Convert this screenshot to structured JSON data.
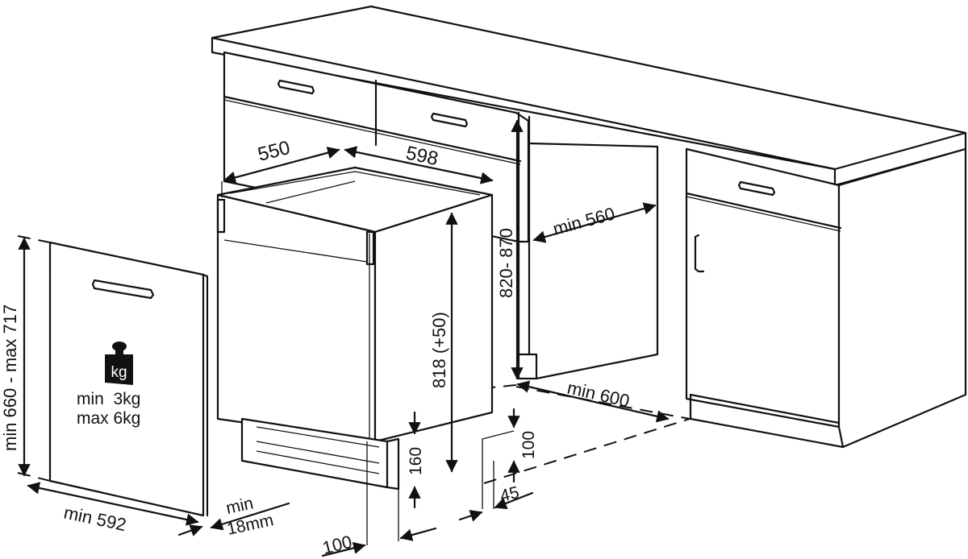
{
  "diagram": {
    "type": "installation-dimensions",
    "subject": "built-in dishwasher in kitchen cabinet niche",
    "units": "mm",
    "stroke_color": "#111111",
    "background": "#ffffff"
  },
  "labels": {
    "depth": "550",
    "width": "598",
    "niche_height": "820- 870",
    "appliance_height": "818 (+50)",
    "niche_width": "min 560",
    "niche_depth": "min 600",
    "panel_height": "min 660 - max 717",
    "panel_width": "min 592",
    "panel_thickness_line1": "min",
    "panel_thickness_line2": "18mm",
    "panel_weight_min": "min  3kg",
    "panel_weight_max": "max 6kg",
    "weight_icon_text": "kg",
    "plinth_height": "160",
    "plinth_depth": "100",
    "plinth_offset_100": "100",
    "plinth_offset_45": "45",
    "front_offset": "100"
  },
  "icons": {
    "weight": "kg-weight-icon"
  }
}
